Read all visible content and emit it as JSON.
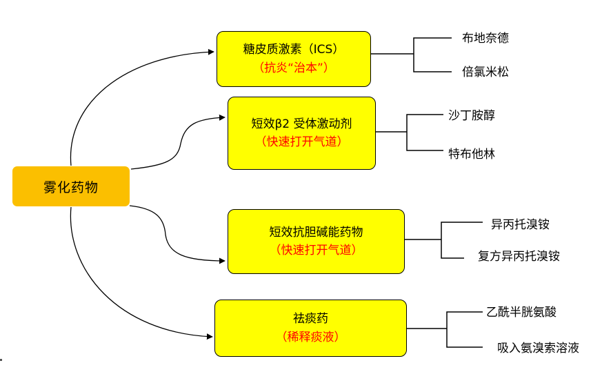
{
  "root": {
    "label": "雾化药物"
  },
  "categories": [
    {
      "name": "糖皮质激素（ICS）",
      "note": "（抗炎“治本”）",
      "drugs": [
        "布地奈德",
        "倍氯米松"
      ]
    },
    {
      "name": "短效β2 受体激动剂",
      "note": "（快速打开气道）",
      "drugs": [
        "沙丁胺醇",
        "特布他林"
      ]
    },
    {
      "name": "短效抗胆碱能药物",
      "note": "（快速打开气道）",
      "drugs": [
        "异丙托溴铵",
        "复方异丙托溴铵"
      ]
    },
    {
      "name": "祛痰药",
      "note": "（稀释痰液）",
      "drugs": [
        "乙酰半胱氨酸",
        "吸入氨溴索溶液"
      ]
    }
  ],
  "colors": {
    "root_fill": "#fbbf00",
    "category_fill": "#ffff00",
    "note_text": "#ff0000",
    "line": "#000000"
  }
}
